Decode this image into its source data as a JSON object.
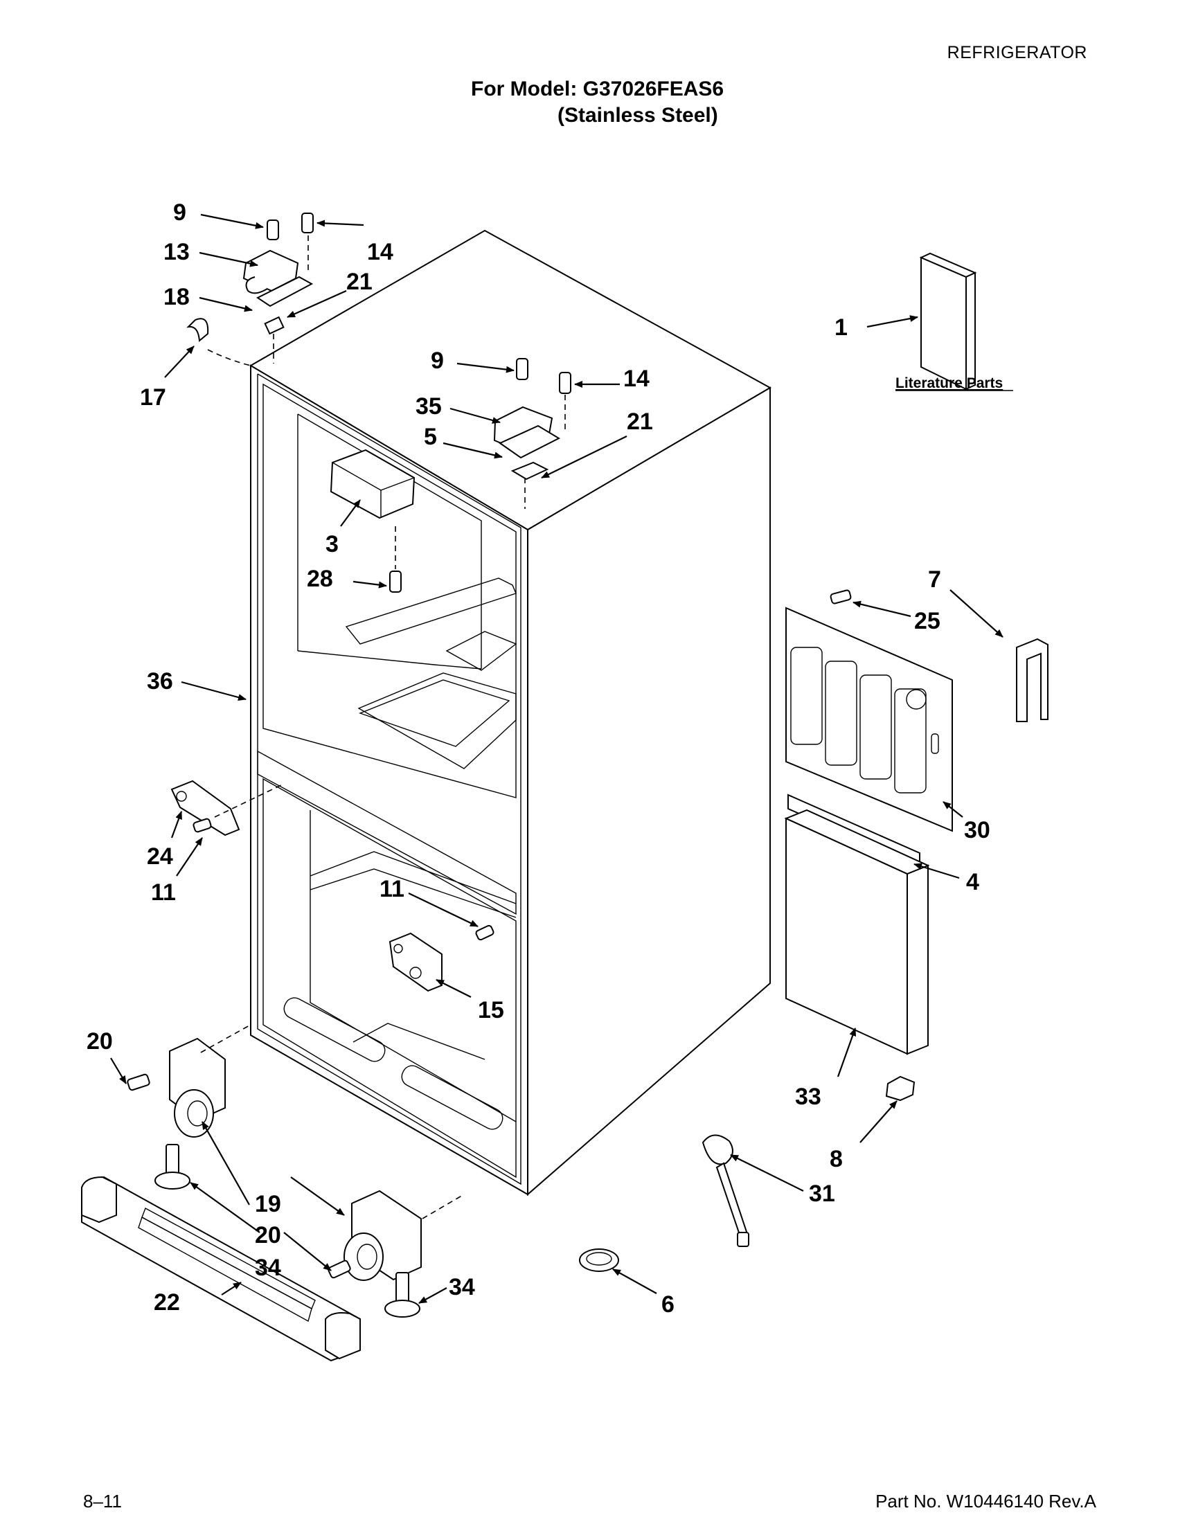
{
  "header": {
    "category": "REFRIGERATOR",
    "model_line": "For Model: G37026FEAS6",
    "finish_line": "(Stainless Steel)"
  },
  "footer": {
    "page": "8–11",
    "part_number": "Part No. W10446140 Rev.A"
  },
  "diagram": {
    "literature_label": "Literature Parts",
    "callouts": {
      "c1": "1",
      "c3": "3",
      "c4": "4",
      "c5": "5",
      "c6": "6",
      "c7": "7",
      "c8": "8",
      "c9a": "9",
      "c9b": "9",
      "c11a": "11",
      "c11b": "11",
      "c13": "13",
      "c14a": "14",
      "c14b": "14",
      "c15": "15",
      "c17": "17",
      "c18": "18",
      "c19": "19",
      "c20a": "20",
      "c20b": "20",
      "c21a": "21",
      "c21b": "21",
      "c22": "22",
      "c24": "24",
      "c25": "25",
      "c28": "28",
      "c30": "30",
      "c31": "31",
      "c33": "33",
      "c34a": "34",
      "c34b": "34",
      "c35": "35",
      "c36": "36"
    }
  }
}
